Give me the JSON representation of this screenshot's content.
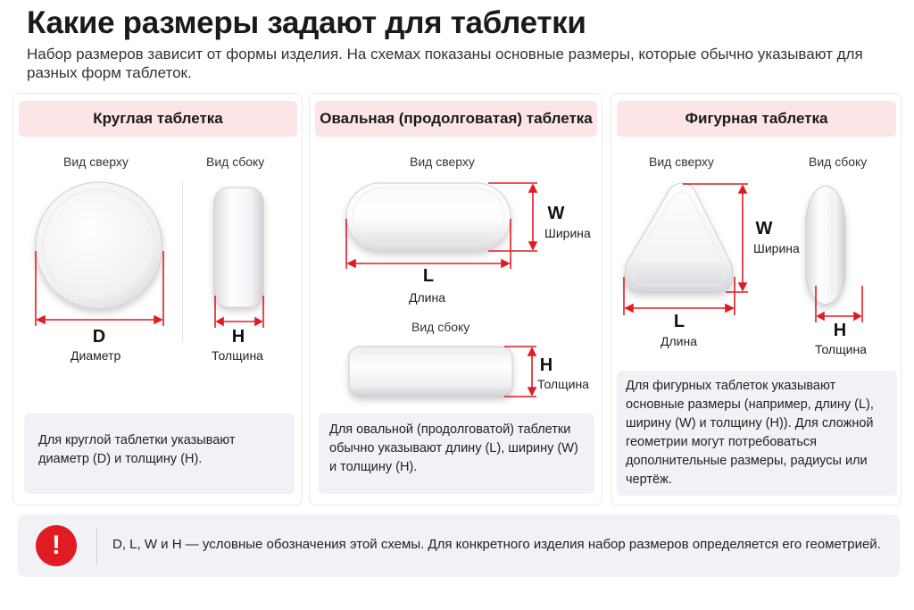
{
  "title": "Какие размеры задают для таблетки",
  "subtitle": "Набор размеров зависит от формы изделия. На схемах показаны основные размеры, которые обычно указывают для разных форм таблеток.",
  "colors": {
    "accent": "#e11b22",
    "panel_header_bg": "#fbe5e7",
    "info_bg": "#f1f2f6"
  },
  "panels": [
    {
      "title": "Круглая таблетка",
      "views": {
        "top": "Вид сверху",
        "side": "Вид сбоку"
      },
      "dims": [
        {
          "letter": "D",
          "name": "Диаметр"
        },
        {
          "letter": "H",
          "name": "Толщина"
        }
      ],
      "info": "Для круглой таблетки указывают диаметр (D) и толщину (H)."
    },
    {
      "title": "Овальная (продолговатая) таблетка",
      "views": {
        "top": "Вид сверху",
        "side": "Вид сбоку"
      },
      "dims": [
        {
          "letter": "W",
          "name": "Ширина"
        },
        {
          "letter": "L",
          "name": "Длина"
        },
        {
          "letter": "H",
          "name": "Толщина"
        }
      ],
      "info": "Для овальной (продолговатой) таблетки обычно указывают длину (L), ширину (W) и толщину (H)."
    },
    {
      "title": "Фигурная таблетка",
      "views": {
        "top": "Вид сверху",
        "side": "Вид сбоку"
      },
      "dims": [
        {
          "letter": "W",
          "name": "Ширина"
        },
        {
          "letter": "L",
          "name": "Длина"
        },
        {
          "letter": "H",
          "name": "Толщина"
        }
      ],
      "info": "Для фигурных таблеток указывают основные размеры (например, длину (L), ширину (W) и толщину (H)). Для сложной геометрии могут потребоваться дополнительные размеры, радиусы или чертёж."
    }
  ],
  "note": {
    "icon": "exclamation-icon",
    "text": "D, L, W и H — условные обозначения этой схемы. Для конкретного изделия набор размеров определяется его геометрией."
  }
}
